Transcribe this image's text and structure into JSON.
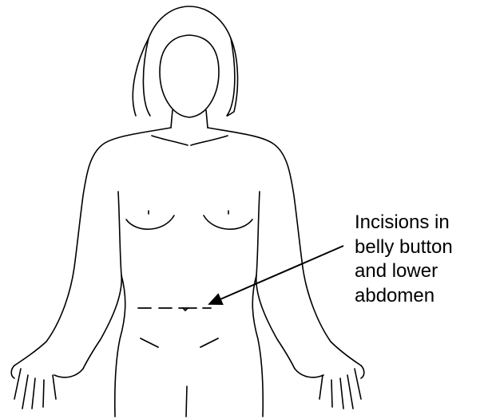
{
  "callout": {
    "lines": [
      "Incisions in",
      "belly button",
      "and lower",
      "abdomen"
    ]
  },
  "colors": {
    "outline": "#000000",
    "background": "#ffffff"
  }
}
